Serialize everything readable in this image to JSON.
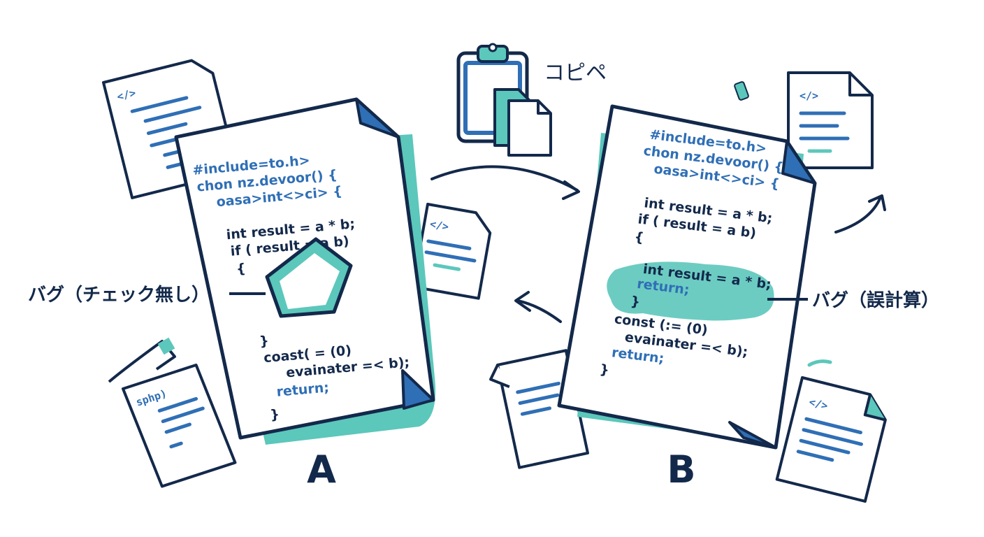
{
  "clipboard_label": "コピペ",
  "file_a": {
    "letter": "A",
    "bug_label": "バグ（チェック無し）",
    "code": [
      {
        "text": "#include=to.h>",
        "kw": true
      },
      {
        "text": "chon nz.devoor() {",
        "kw": true
      },
      {
        "text": "oasa>int<>ci> {",
        "kw": true
      },
      {
        "text": "int result = a * b;",
        "kw": false
      },
      {
        "text": "if ( result = a b)",
        "kw": false
      },
      {
        "text": "{",
        "kw": false
      },
      {
        "text": "}",
        "kw": false
      },
      {
        "text": "coast( = (0)",
        "kw": false
      },
      {
        "text": "evainater =< b);",
        "kw": false
      },
      {
        "text": "return;",
        "kw": true
      },
      {
        "text": "}",
        "kw": false
      }
    ]
  },
  "file_b": {
    "letter": "B",
    "bug_label": "バグ（誤計算）",
    "code": [
      {
        "text": "#include=to.h>",
        "kw": true
      },
      {
        "text": "chon nz.devoor() {",
        "kw": true
      },
      {
        "text": "oasa>int<>ci> {",
        "kw": true
      },
      {
        "text": "int result = a * b;",
        "kw": false
      },
      {
        "text": "if ( result = a b)",
        "kw": false
      },
      {
        "text": "{",
        "kw": false
      },
      {
        "text": "int result = a * b;",
        "kw": false
      },
      {
        "text": "return;",
        "kw": true
      },
      {
        "text": "}",
        "kw": false
      },
      {
        "text": "const (:= (0)",
        "kw": false
      },
      {
        "text": "evainater =< b);",
        "kw": false
      },
      {
        "text": "return;",
        "kw": true
      },
      {
        "text": "}",
        "kw": false
      }
    ]
  },
  "small_doc_labels": {
    "tag": "</>",
    "sphp": "sphp)"
  },
  "colors": {
    "navy": "#13294b",
    "blue": "#2f6fb6",
    "teal": "#5cc7bb",
    "white": "#ffffff"
  }
}
